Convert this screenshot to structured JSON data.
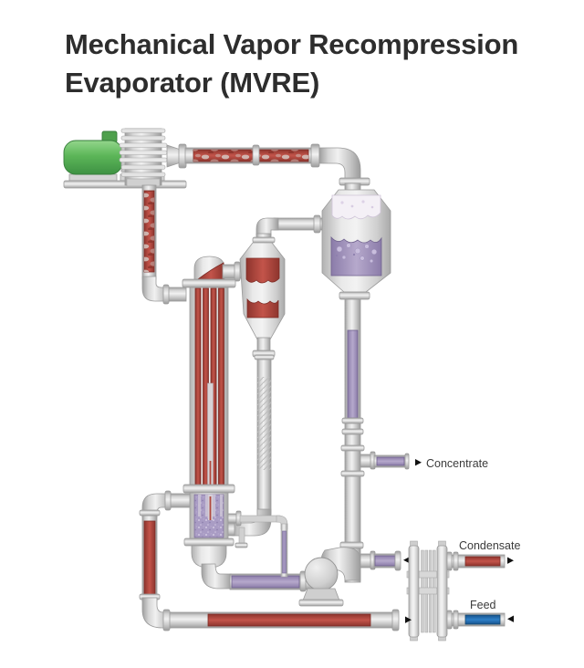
{
  "title": "Mechanical Vapor Recompression Evaporator (MVRE)",
  "labels": {
    "concentrate": "Concentrate",
    "condensate": "Condensate",
    "feed": "Feed"
  },
  "icons": {
    "flow_right_arrow": "▶",
    "flow_left_arrow": "◀"
  },
  "colors": {
    "title_text": "#2d2d2d",
    "label_text": "#3b3b3b",
    "vapor_red": "#a8433a",
    "hot_red": "#c2544a",
    "concentrate_purple": "#a89ac3",
    "feed_blue": "#2272b8",
    "motor_green": "#58b455",
    "pipe_gray": "#d7d7d7",
    "outline_gray": "#9a9a9a"
  }
}
